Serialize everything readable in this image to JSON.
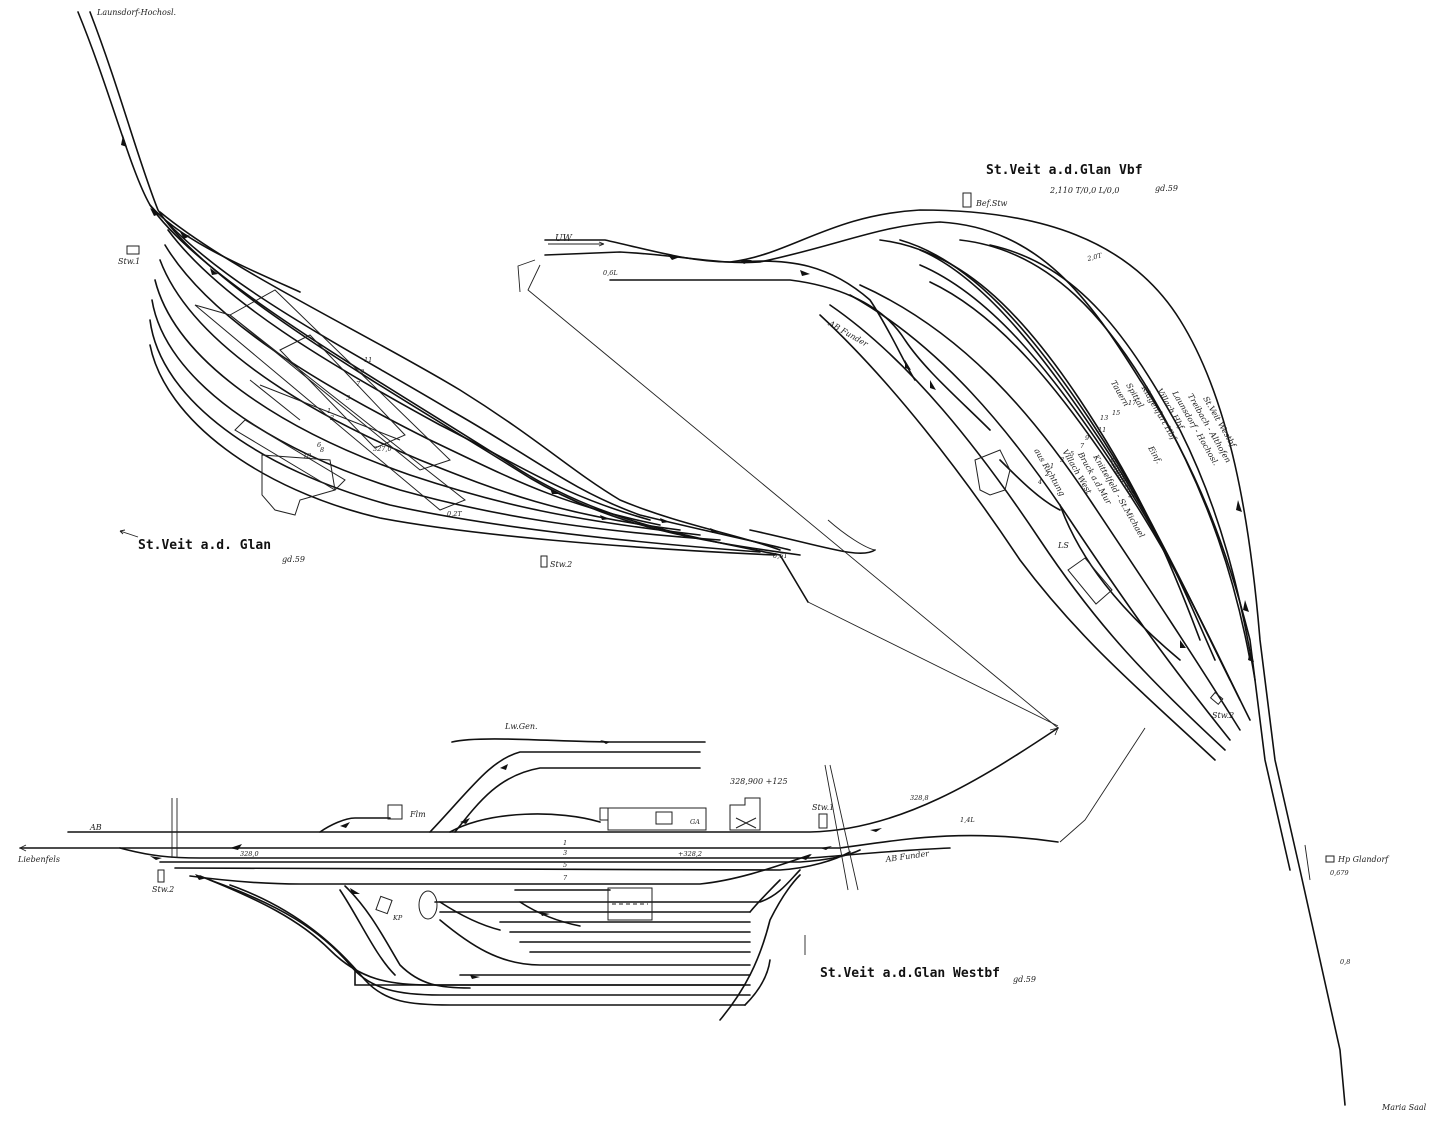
{
  "stations": {
    "glan": {
      "title": "St.Veit a.d. Glan",
      "sig": "gd.59"
    },
    "vbf": {
      "title": "St.Veit a.d.Glan Vbf",
      "sig": "gd.59",
      "sub": "2,110 T/0,0 L/0,0"
    },
    "westbf": {
      "title": "St.Veit a.d.Glan Westbf",
      "sig": "gd.59"
    }
  },
  "destinations": {
    "top": "Launsdorf-Hochosl.",
    "left": "Liebenfels",
    "bottom_right": "Maria Saal"
  },
  "labels": {
    "stw1_glan": "Stw.1",
    "stw2_glan": "Stw.2",
    "glan_km_a": "0,6T",
    "glan_km_b": "0,2T",
    "glan_km_c": "327,0",
    "uw": "UW",
    "vbf_06l": "0,6L",
    "befstw": "Bef.Stw",
    "ab_funder_vbf": "AB Funder",
    "vbf_20t": "2,0T",
    "stw2_vbf": "Stw.2",
    "ls": "LS",
    "vbf_cols": [
      "St.Veit Westbf",
      "Treibach - Althofen",
      "Launsdorf - Hochosl.",
      "Villach Hbf",
      "Klagenfurt Hbf",
      "Spittal",
      "Tauern"
    ],
    "vbf_cols2": [
      "Villach Hbf",
      "Knittelfeld - St.Michael",
      "Bruck a.d.Mur",
      "Villach West",
      "aus Richtung"
    ],
    "vbf_ein": "Einf.",
    "hp_glandorf": "Hp Glandorf",
    "glandorf_km": "0,679",
    "km_08": "0,8",
    "lw_gen": "Lw.Gen.",
    "flm": "Flm",
    "ga": "GA",
    "km_3289": "328,900 +125",
    "stw1_west": "Stw.1",
    "km_3288": "328,8",
    "km_14l": "1,4L",
    "ab_west": "AB",
    "km_3280": "328,0",
    "km_3282": "+328,2",
    "stw2_west": "Stw.2",
    "ab_funder_west": "AB Funder",
    "kp": "KP",
    "track_nums_glan": [
      "11",
      "9",
      "7",
      "3",
      "1",
      "2",
      "6",
      "8",
      "10"
    ],
    "track_nums_west": [
      "1",
      "3",
      "5",
      "7"
    ],
    "track_nums_vbf": [
      "17",
      "15",
      "13",
      "11",
      "9",
      "7",
      "5",
      "3",
      "1",
      "2",
      "4"
    ]
  },
  "colors": {
    "ink": "#111111",
    "paper": "#ffffff"
  }
}
